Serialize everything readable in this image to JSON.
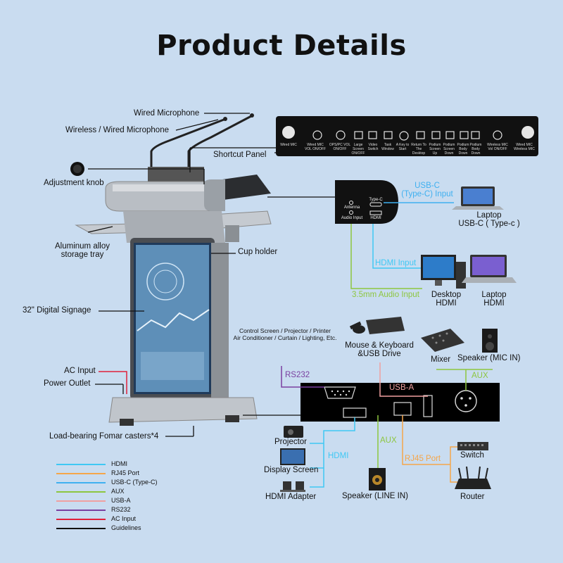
{
  "title": "Product Details",
  "podium": {
    "wired_microphone": "Wired Microphone",
    "wireless_wired_microphone": "Wireless / Wired Microphone",
    "shortcut_panel": "Shortcut Panel",
    "adjustment_knob": "Adjustment knob",
    "storage_tray_line1": "Aluminum alloy",
    "storage_tray_line2": "storage tray",
    "cup_holder": "Cup holder",
    "digital_signage": "32\" Digital Signage",
    "ac_input": "AC Input",
    "power_outlet": "Power Outlet",
    "casters": "Load-bearing Fomar casters*4"
  },
  "shortcut_panel_labels": [
    "Wired MIC",
    "Wired MIC VOL ON/OFF",
    "OPS/PC VOL ON/OFF",
    "Large Screen ON/OFF",
    "Video Switch",
    "Task Window",
    "A Key to Start",
    "Return To The Desktop",
    "Podium Screen Up",
    "Podium Screen Down",
    "Podium Body Down",
    "Podium Body Down",
    "Wireless MIC Vol ON/OFF",
    "Wired MIC Wireless MIC"
  ],
  "top_box": {
    "antenna": "Antenna",
    "audio_input": "Audio Input",
    "type_c": "Type-C",
    "hdmi": "HDMI"
  },
  "top_devices": {
    "usb_c_line1": "USB-C",
    "usb_c_line2": "(Type-C) Input",
    "laptop": "Laptop",
    "laptop_usbc": "USB-C ( Type-c )",
    "hdmi_input": "HDMI Input",
    "audio_input_35": "3.5mm Audio Input",
    "desktop": "Desktop",
    "desktop_hdmi": "HDMI",
    "laptop2": "Laptop",
    "laptop2_hdmi": "HDMI"
  },
  "bottom_devices": {
    "control_line1": "Control Screen / Projector / Printer",
    "control_line2": "Air Conditioner / Curtain / Lighting, Etc.",
    "rs232": "RS232",
    "mouse_line1": "Mouse & Keyboard",
    "mouse_line2": "&USB Drive",
    "mixer": "Mixer",
    "speaker_mic": "Speaker (MIC IN)",
    "aux_top": "AUX",
    "usb_a": "USB-A",
    "projector": "Projector",
    "display_screen": "Display Screen",
    "hdmi_adapter": "HDMI Adapter",
    "hdmi": "HDMI",
    "aux": "AUX",
    "speaker_line": "Speaker (LINE IN)",
    "rj45_port": "RJ45 Port",
    "switch": "Switch",
    "router": "Router"
  },
  "legend": [
    {
      "label": "HDMI",
      "color": "#3fc8f4"
    },
    {
      "label": "RJ45 Port",
      "color": "#f5a64a"
    },
    {
      "label": "USB-C (Type-C)",
      "color": "#3fb0f0"
    },
    {
      "label": "AUX",
      "color": "#8dc63f"
    },
    {
      "label": "USB-A",
      "color": "#f0a0a0"
    },
    {
      "label": "RS232",
      "color": "#7a3fa0"
    },
    {
      "label": "AC Input",
      "color": "#e0203a"
    },
    {
      "label": "Guidelines",
      "color": "#111111"
    }
  ],
  "colors": {
    "hdmi": "#3fc8f4",
    "rj45": "#f5a64a",
    "usbc": "#3fb0f0",
    "aux": "#8dc63f",
    "usba": "#f0a0a0",
    "rs232": "#7a3fa0",
    "ac": "#e0203a",
    "guide": "#111111",
    "background": "#c9dcf0"
  }
}
